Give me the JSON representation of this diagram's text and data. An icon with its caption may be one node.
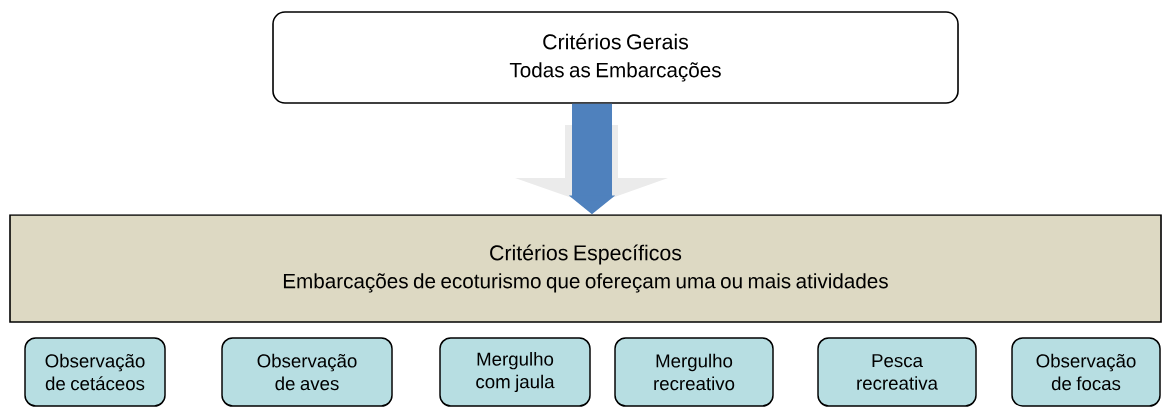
{
  "diagram": {
    "nodes": [
      {
        "text": [
          "Critérios Gerais",
          "Todas as Embarcações"
        ]
      },
      {
        "text": [
          "Critérios Específicos",
          "Embarcações de ecoturismo que ofereçam uma ou mais atividades"
        ]
      },
      {
        "text": [
          "Observação de cetáceos"
        ]
      },
      {
        "text": [
          "Observação de aves"
        ]
      },
      {
        "text": [
          "Mergulho com jaula"
        ]
      },
      {
        "text": [
          "Mergulho recreativo"
        ]
      },
      {
        "text": [
          "Pesca recreativa"
        ]
      },
      {
        "text": [
          "Observação de focas"
        ]
      }
    ],
    "edges": [
      {
        "from": 0,
        "to": 1,
        "arrow": "to"
      }
    ]
  }
}
